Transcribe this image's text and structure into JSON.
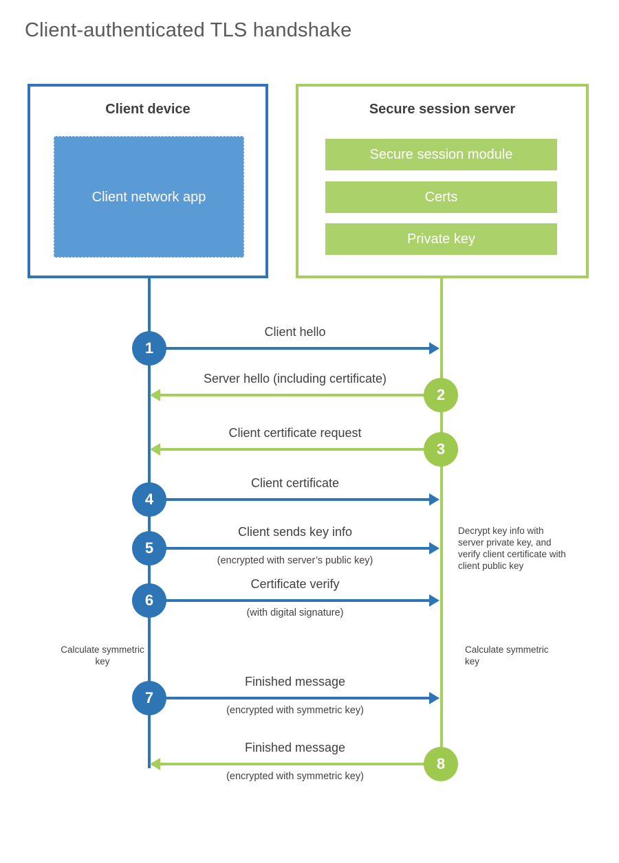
{
  "title": "Client-authenticated TLS handshake",
  "colors": {
    "client_blue": "#2e75b6",
    "client_fill_blue": "#5b9bd5",
    "server_green": "#a5cf5d",
    "server_bar_green": "#abd16b",
    "server_circle_green": "#9dc94f",
    "text_dark": "#3f3f3f",
    "title_gray": "#58595b"
  },
  "client": {
    "title": "Client device",
    "app_label": "Client network app"
  },
  "server": {
    "title": "Secure session server",
    "modules": [
      "Secure session module",
      "Certs",
      "Private key"
    ]
  },
  "messages": [
    {
      "num": "1",
      "label": "Client hello",
      "sub": "",
      "direction": "client-to-server"
    },
    {
      "num": "2",
      "label": "Server hello (including certificate)",
      "sub": "",
      "direction": "server-to-client"
    },
    {
      "num": "3",
      "label": "Client certificate request",
      "sub": "",
      "direction": "server-to-client"
    },
    {
      "num": "4",
      "label": "Client certificate",
      "sub": "",
      "direction": "client-to-server"
    },
    {
      "num": "5",
      "label": "Client sends key info",
      "sub": "(encrypted with server’s public key)",
      "direction": "client-to-server"
    },
    {
      "num": "6",
      "label": "Certificate verify",
      "sub": "(with digital signature)",
      "direction": "client-to-server"
    },
    {
      "num": "7",
      "label": "Finished message",
      "sub": "(encrypted with symmetric key)",
      "direction": "client-to-server"
    },
    {
      "num": "8",
      "label": "Finished message",
      "sub": "(encrypted with symmetric key)",
      "direction": "server-to-client"
    }
  ],
  "notes": {
    "decrypt": "Decrypt key info with server private key, and verify client certificate with client public key",
    "calc_left": "Calculate symmetric key",
    "calc_right": "Calculate symmetric key"
  }
}
